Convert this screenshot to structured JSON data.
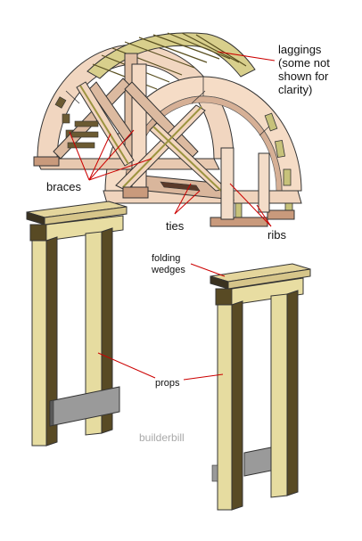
{
  "diagram": {
    "labels": {
      "laggings": "laggings\n(some not\nshown for\nclarity)",
      "braces": "braces",
      "ties": "ties",
      "ribs": "ribs",
      "folding_wedges": "folding\nwedges",
      "props": "props"
    },
    "watermark": "builderbill",
    "colors": {
      "timber_light": "#f3dcc8",
      "timber_mid": "#e6c2a6",
      "timber_dark": "#c99a7c",
      "lagging": "#c7c27a",
      "lagging_dark": "#5a5020",
      "prop_light": "#e6dca0",
      "prop_dark": "#584a24",
      "wedge_plate": "#e4d59c",
      "wedge_dark": "#3a3220",
      "steel": "#9a9a9a",
      "leader": "#cc0000"
    }
  }
}
